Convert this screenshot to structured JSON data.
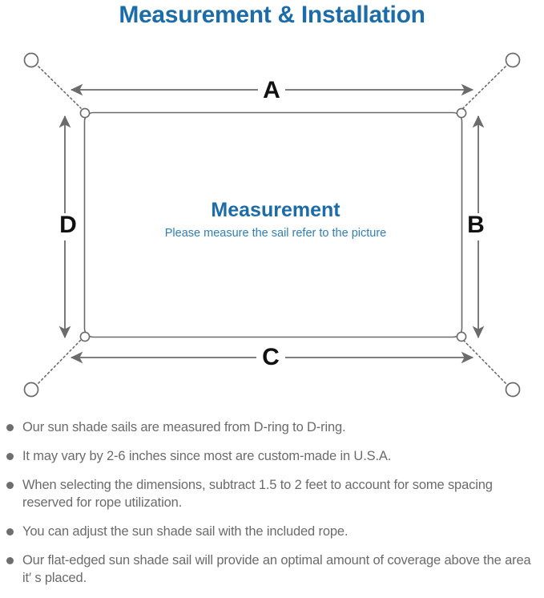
{
  "header": {
    "title": "Measurement & Installation",
    "title_color": "#1b6ca8"
  },
  "diagram": {
    "center_heading": "Measurement",
    "center_subheading": "Please measure the sail refer to the picture",
    "center_heading_color": "#1b6ca8",
    "center_sub_color": "#2e7fb8",
    "line_color": "#6b6b6b",
    "sail_color": "#6b6b6b",
    "dimension_labels": {
      "top": "A",
      "right": "B",
      "bottom": "C",
      "left": "D"
    },
    "icons": {
      "anchor_point": "anchor-circle-icon",
      "d_ring": "d-ring-icon",
      "rope": "dotted-rope-line",
      "arrow": "double-arrow-icon"
    }
  },
  "notes": {
    "bullet_color": "#6e6e6e",
    "text_color": "#6b6b6b",
    "items": [
      "Our sun shade sails are measured from D-ring to D-ring.",
      "It may vary by 2-6 inches since most are custom-made in U.S.A.",
      "When selecting the dimensions, subtract 1.5 to 2 feet to account for some spacing reserved for rope utilization.",
      "You can adjust the sun shade sail with the included rope.",
      "Our flat-edged sun shade sail will provide an optimal amount of coverage above the area it′ s placed."
    ]
  }
}
